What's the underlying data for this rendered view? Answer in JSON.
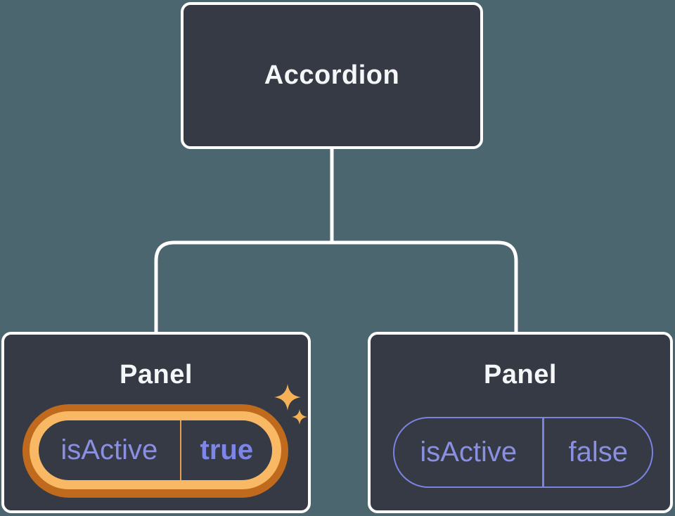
{
  "diagram": {
    "type": "component-tree",
    "root": {
      "label": "Accordion"
    },
    "panels": [
      {
        "label": "Panel",
        "prop": {
          "name": "isActive",
          "value": "true"
        },
        "state": "active-highlighted",
        "decoration": "sparkles"
      },
      {
        "label": "Panel",
        "prop": {
          "name": "isActive",
          "value": "false"
        },
        "state": "inactive"
      }
    ]
  },
  "theme": {
    "bg": "#4c6670",
    "node-fill": "#353a45",
    "node-border": "#ffffff",
    "connector": "#ffffff",
    "title-text": "#f5f6f7",
    "prop-text": "#8a8fe2",
    "value-active-text": "#7d85e6",
    "glow-outer": "#c06a1e",
    "glow-inner": "#f9b964",
    "divider-active": "#e7a14e",
    "pill-inactive": "#7b83e0",
    "sparkle": "#f6b157"
  }
}
